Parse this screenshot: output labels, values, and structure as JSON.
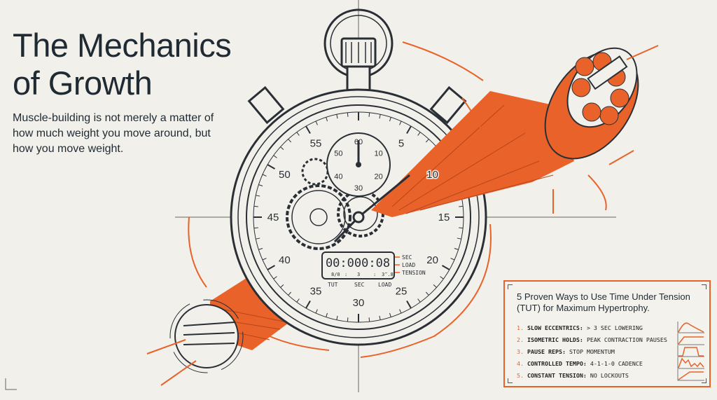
{
  "header": {
    "title_line1": "The Mechanics",
    "title_line2": "of Growth",
    "subtitle": "Muscle-building is not merely a matter of how much weight you move around, but how you move weight."
  },
  "colors": {
    "accent": "#e8622a",
    "ink": "#1f2a33",
    "background": "#f2f0ea"
  },
  "stopwatch": {
    "dial_numbers": [
      "55",
      "5",
      "50",
      "10",
      "45",
      "15",
      "40",
      "20",
      "35",
      "25",
      "30"
    ],
    "subdial_numbers": [
      "60",
      "10",
      "20",
      "30",
      "40",
      "50"
    ],
    "display": {
      "time": "00:000:08",
      "sub_values": [
        "8/0",
        ":",
        "3",
        ":",
        "3‴.8"
      ],
      "bottom_labels": [
        "TUT",
        "SEC",
        "LOAD"
      ],
      "side_labels": [
        "SEC",
        "LOAD",
        "TENSION"
      ]
    }
  },
  "tut_box": {
    "title": "5 Proven Ways to Use Time Under Tension (TUT) for Maximum Hypertrophy.",
    "items": [
      {
        "num": "1.",
        "key": "SLOW ECCENTRICS:",
        "value": "> 3 SEC LOWERING",
        "icon": "decay-curve-icon"
      },
      {
        "num": "2.",
        "key": "ISOMETRIC HOLDS:",
        "value": "PEAK CONTRACTION PAUSES",
        "icon": "plateau-curve-icon"
      },
      {
        "num": "3.",
        "key": "PAUSE REPS:",
        "value": "STOP MOMENTUM",
        "icon": "square-pulse-icon"
      },
      {
        "num": "4.",
        "key": "CONTROLLED TEMPO:",
        "value": "4-1-1-0 CADENCE",
        "icon": "wave-curve-icon"
      },
      {
        "num": "5.",
        "key": "CONSTANT TENSION:",
        "value": "NO LOCKOUTS",
        "icon": "ramp-curve-icon"
      }
    ]
  }
}
